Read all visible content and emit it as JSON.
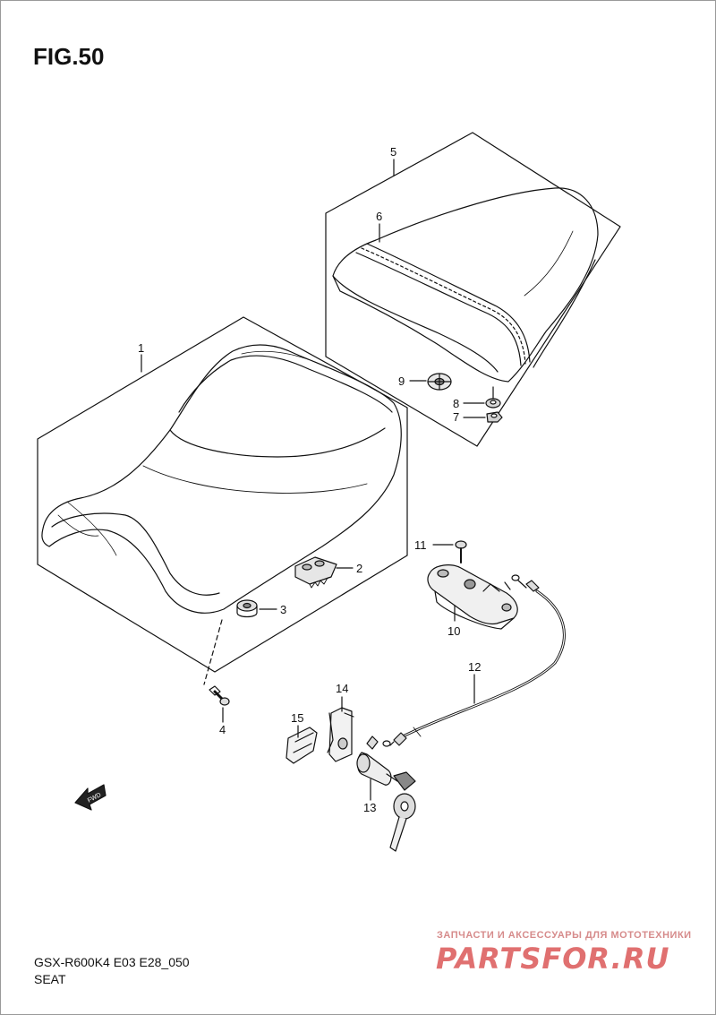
{
  "figure": {
    "title": "FIG.50"
  },
  "callouts": [
    "1",
    "2",
    "3",
    "4",
    "5",
    "6",
    "7",
    "8",
    "9",
    "10",
    "11",
    "12",
    "13",
    "14",
    "15"
  ],
  "direction_marker": {
    "label": "FWD"
  },
  "footer": {
    "model_code": "GSX-R600K4 E03 E28_050",
    "section_name": "SEAT"
  },
  "watermark": {
    "tagline": "ЗАПЧАСТИ И АКСЕССУАРЫ ДЛЯ МОТОТЕХНИКИ",
    "logo": "PARTSFOR.RU"
  }
}
